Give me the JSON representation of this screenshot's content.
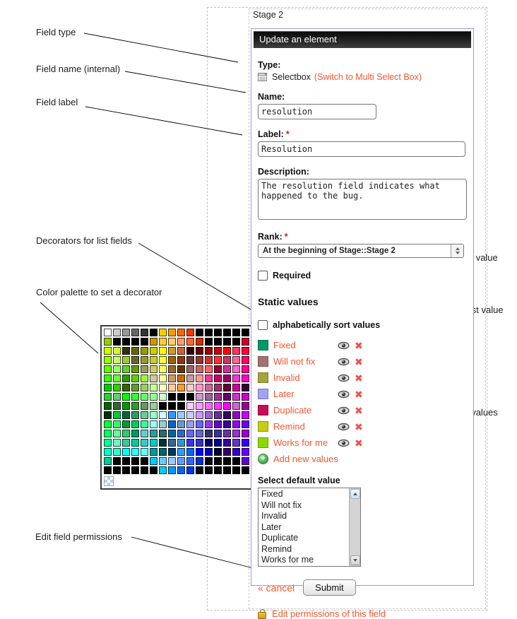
{
  "stage": {
    "label": "Stage 2"
  },
  "annotations": {
    "field_type": "Field type",
    "field_name": "Field name (internal)",
    "field_label": "Field label",
    "decorators": "Decorators for list fields",
    "palette": "Color palette to set a decorator",
    "edit_permissions": "Edit field permissions",
    "hide_value": "Hide a list value",
    "delete_value": "Delete a list value",
    "add_values": "Add new values to the list"
  },
  "panel": {
    "header": "Update an element",
    "type": {
      "label": "Type:",
      "value": "Selectbox",
      "switch_link": "(Switch to Multi Select Box)"
    },
    "name": {
      "label": "Name:",
      "value": "resolution"
    },
    "label_field": {
      "label": "Label:",
      "required_mark": "*",
      "value": "Resolution"
    },
    "description": {
      "label": "Description:",
      "value": "The resolution field indicates what\nhappened to the bug."
    },
    "rank": {
      "label": "Rank:",
      "required_mark": "*",
      "value": "At the beginning of Stage::Stage 2"
    },
    "required_checkbox": {
      "label": "Required",
      "checked": false
    },
    "static_values": {
      "heading": "Static values",
      "sort_checkbox": {
        "label": "alphabetically sort values",
        "checked": false
      },
      "values": [
        {
          "label": "Fixed",
          "color": "#009966"
        },
        {
          "label": "Will not fix",
          "color": "#a87070"
        },
        {
          "label": "Invalid",
          "color": "#a4a43a"
        },
        {
          "label": "Later",
          "color": "#a2a2f2"
        },
        {
          "label": "Duplicate",
          "color": "#c80d52"
        },
        {
          "label": "Remind",
          "color": "#c6cc10"
        },
        {
          "label": "Works for me",
          "color": "#8cd60a"
        }
      ],
      "add_link": "Add new values"
    },
    "default_value": {
      "heading": "Select default value",
      "options": [
        "Fixed",
        "Will not fix",
        "Invalid",
        "Later",
        "Duplicate",
        "Remind",
        "Works for me"
      ]
    },
    "cancel_link": "« cancel",
    "submit_label": "Submit",
    "permissions_link": "Edit permissions of this field"
  },
  "icons": {
    "delete_glyph": "✖"
  },
  "colors": {
    "accent_orange": "#f2572e",
    "required_red": "#cc2200",
    "panel_border": "#9a9ad0",
    "header_bg_top": "#0a0a0a",
    "header_bg_bottom": "#3f3f3f",
    "delete_red": "#ee5050"
  },
  "palette": {
    "transparent_swatch": "checkered (no color)",
    "rows": [
      [
        "#ffffff",
        "#cccccc",
        "#999999",
        "#666666",
        "#333333",
        "#000000",
        "#ffcc00",
        "#ff9900",
        "#ff6600",
        "#ff3300",
        "#000000",
        "#000000",
        "#000000",
        "#000000",
        "#000000",
        "#000000"
      ],
      [
        "#99cc00",
        "#000000",
        "#000000",
        "#000000",
        "#000000",
        "#cc9900",
        "#ffcc33",
        "#ffcc66",
        "#ff9966",
        "#ff6633",
        "#cc3300",
        "#000000",
        "#000000",
        "#000000",
        "#000000",
        "#cc0033"
      ],
      [
        "#ccff00",
        "#ccff33",
        "#333300",
        "#666600",
        "#999900",
        "#cccc00",
        "#ffff00",
        "#cc9933",
        "#cc6633",
        "#330000",
        "#660000",
        "#990000",
        "#cc0000",
        "#ff0000",
        "#ff3366",
        "#ff0033"
      ],
      [
        "#99ff00",
        "#ccff66",
        "#99cc33",
        "#666633",
        "#999933",
        "#cccc33",
        "#ffff33",
        "#996600",
        "#993300",
        "#663333",
        "#993333",
        "#cc3333",
        "#ff3333",
        "#cc3366",
        "#ff6699",
        "#ff0066"
      ],
      [
        "#66ff00",
        "#99ff66",
        "#66cc33",
        "#669900",
        "#999966",
        "#cccc66",
        "#ffff66",
        "#996633",
        "#663300",
        "#996666",
        "#cc6666",
        "#ff6666",
        "#990033",
        "#cc3399",
        "#ff66cc",
        "#ff0099"
      ],
      [
        "#33ff00",
        "#66ff33",
        "#339900",
        "#66cc00",
        "#99ff33",
        "#cccc99",
        "#ffff99",
        "#cc9966",
        "#cc6600",
        "#cc9999",
        "#ff9999",
        "#ff3399",
        "#cc0066",
        "#990066",
        "#ff33cc",
        "#ff00cc"
      ],
      [
        "#00cc00",
        "#33cc00",
        "#336600",
        "#669933",
        "#99cc66",
        "#ccff99",
        "#ffffcc",
        "#ffcc99",
        "#ff9933",
        "#ffcccc",
        "#ff99cc",
        "#cc6699",
        "#993366",
        "#660033",
        "#cc0099",
        "#330033"
      ],
      [
        "#33cc33",
        "#66cc66",
        "#00ff00",
        "#33ff33",
        "#66ff66",
        "#99ff99",
        "#ccffcc",
        "#000000",
        "#000000",
        "#000000",
        "#cc99cc",
        "#996699",
        "#993399",
        "#660066",
        "#cc33cc",
        "#cc00cc"
      ],
      [
        "#006600",
        "#336633",
        "#009900",
        "#339933",
        "#669966",
        "#99cc99",
        "#000000",
        "#000000",
        "#000000",
        "#ffccff",
        "#ff99ff",
        "#ff66ff",
        "#ff33ff",
        "#ff00ff",
        "#cc66cc",
        "#990099"
      ],
      [
        "#003300",
        "#00cc33",
        "#006633",
        "#339966",
        "#66cc99",
        "#99ffcc",
        "#ccffff",
        "#3399ff",
        "#99ccff",
        "#ccccff",
        "#cc99ff",
        "#9966cc",
        "#663399",
        "#330066",
        "#9900cc",
        "#cc00ff"
      ],
      [
        "#00ff33",
        "#33ff66",
        "#009933",
        "#00cc66",
        "#33ff99",
        "#99ffff",
        "#99cccc",
        "#0066cc",
        "#6699cc",
        "#9999ff",
        "#6666ff",
        "#9933ff",
        "#6600cc",
        "#330099",
        "#9900ff",
        "#6600ff"
      ],
      [
        "#00ff66",
        "#66ff99",
        "#33cc66",
        "#009966",
        "#66cccc",
        "#339999",
        "#336666",
        "#006699",
        "#3366cc",
        "#6666ff",
        "#6666cc",
        "#333366",
        "#333399",
        "#663399",
        "#9933cc",
        "#9900cc"
      ],
      [
        "#00ff99",
        "#66ffcc",
        "#33cc99",
        "#00cc99",
        "#33cccc",
        "#00cccc",
        "#003333",
        "#336699",
        "#3399cc",
        "#3333ff",
        "#3333cc",
        "#000066",
        "#000099",
        "#330099",
        "#6633cc",
        "#3300ff"
      ],
      [
        "#00ffcc",
        "#33ffcc",
        "#00ffff",
        "#33ffff",
        "#66ffff",
        "#009999",
        "#006666",
        "#003366",
        "#3399ff",
        "#0066ff",
        "#0000ff",
        "#0000cc",
        "#000033",
        "#330066",
        "#3300cc",
        "#6600ff"
      ],
      [
        "#00cc99",
        "#000000",
        "#000000",
        "#000000",
        "#000000",
        "#00ccff",
        "#66ccff",
        "#99ccff",
        "#6699ff",
        "#3366ff",
        "#0033cc",
        "#000000",
        "#000000",
        "#000000",
        "#000000",
        "#6600cc"
      ],
      [
        "#000000",
        "#000000",
        "#000000",
        "#000000",
        "#000000",
        "#000000",
        "#00ccff",
        "#0099ff",
        "#0066ff",
        "#0033ff",
        "#000000",
        "#000000",
        "#000000",
        "#000000",
        "#000000",
        "#000000"
      ]
    ]
  }
}
